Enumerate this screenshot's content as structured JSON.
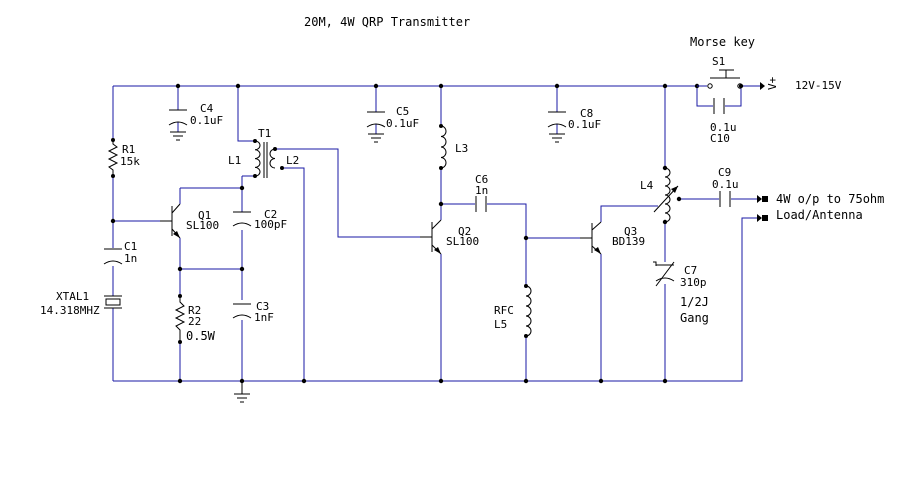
{
  "title": "20M, 4W QRP Transmitter",
  "morse_key_label": "Morse key",
  "supply_label": "12V-15V",
  "supply_symbol": "V+",
  "output_label_1": "4W o/p to 75ohm",
  "output_label_2": "Load/Antenna",
  "components": {
    "r1": {
      "ref": "R1",
      "value": "15k"
    },
    "r2": {
      "ref": "R2",
      "value": "22",
      "extra": "0.5W"
    },
    "c1": {
      "ref": "C1",
      "value": "1n"
    },
    "c2": {
      "ref": "C2",
      "value": "100pF"
    },
    "c3": {
      "ref": "C3",
      "value": "1nF"
    },
    "c4": {
      "ref": "C4",
      "value": "0.1uF"
    },
    "c5": {
      "ref": "C5",
      "value": "0.1uF"
    },
    "c6": {
      "ref": "C6",
      "value": "1n"
    },
    "c7": {
      "ref": "C7",
      "value": "310p",
      "extra1": "1/2J",
      "extra2": "Gang"
    },
    "c8": {
      "ref": "C8",
      "value": "0.1uF"
    },
    "c9": {
      "ref": "C9",
      "value": "0.1u"
    },
    "c10": {
      "ref": "C10",
      "value": "0.1u"
    },
    "q1": {
      "ref": "Q1",
      "value": "SL100"
    },
    "q2": {
      "ref": "Q2",
      "value": "SL100"
    },
    "q3": {
      "ref": "Q3",
      "value": "BD139"
    },
    "t1": {
      "ref": "T1"
    },
    "l1": {
      "ref": "L1"
    },
    "l2": {
      "ref": "L2"
    },
    "l3": {
      "ref": "L3"
    },
    "l4": {
      "ref": "L4"
    },
    "l5": {
      "ref": "L5",
      "type": "RFC"
    },
    "s1": {
      "ref": "S1"
    },
    "xtal1": {
      "ref": "XTAL1",
      "value": "14.318MHZ"
    }
  }
}
